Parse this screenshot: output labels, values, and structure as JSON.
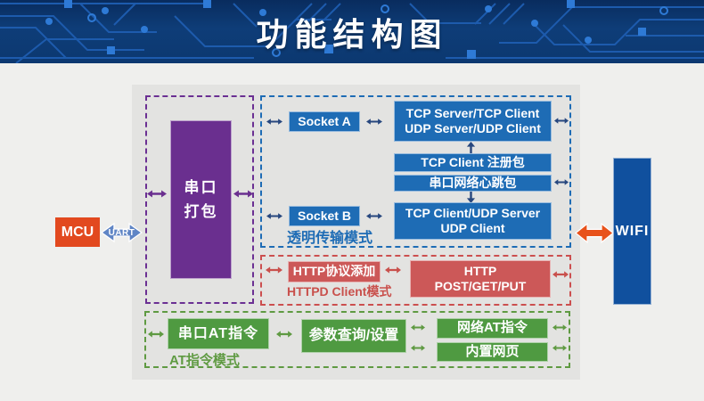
{
  "header": {
    "title": "功能结构图"
  },
  "left": {
    "mcu": "MCU",
    "uart": "UART"
  },
  "serial_pack": {
    "line1": "串口",
    "line2": "打包"
  },
  "transparent": {
    "label": "透明传输模式",
    "socket_a": "Socket A",
    "socket_b": "Socket B",
    "tcp_top_line1": "TCP Server/TCP Client",
    "tcp_top_line2": "UDP Server/UDP Client",
    "register_packet": "TCP Client 注册包",
    "heartbeat_packet": "串口网络心跳包",
    "tcp_bottom_line1": "TCP Client/UDP Server",
    "tcp_bottom_line2": "UDP Client"
  },
  "httpd": {
    "label": "HTTPD Client模式",
    "protocol_add": "HTTP协议添加",
    "post_line1": "HTTP",
    "post_line2": "POST/GET/PUT"
  },
  "at_mode": {
    "label": "AT指令模式",
    "serial_at": "串口AT指令",
    "query_set": "参数查询/设置",
    "net_at": "网络AT指令",
    "builtin_web": "内置网页"
  },
  "right": {
    "wifi": "WIFI"
  },
  "colors": {
    "header_bg": "#0d3a74",
    "circuit_trace": "#1d5bad",
    "circuit_node": "#2e7ad6",
    "page_bg": "#efefed",
    "panel_bg": "#e3e3e1",
    "mcu_orange": "#e2491f",
    "uart_arrow_blue": "#5f85c5",
    "purple": "#6a2f8f",
    "blue": "#1e6cb5",
    "navy_arrow": "#27477e",
    "red_box": "#cc5858",
    "red_accent": "#c9504c",
    "green_box": "#4f9a41",
    "green_accent": "#5f9a42",
    "wifi_blue": "#10509e",
    "wifi_arrow_orange": "#e8521b"
  }
}
